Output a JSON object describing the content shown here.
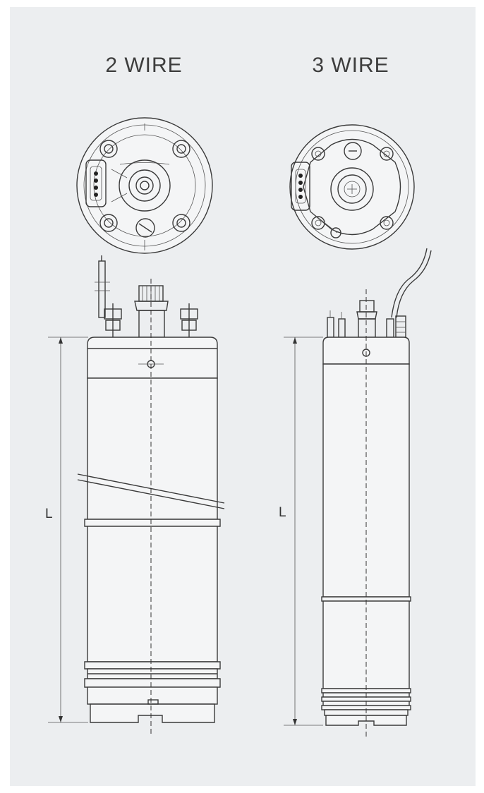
{
  "figure": {
    "left_title": "2 WIRE",
    "right_title": "3 WIRE",
    "left_dimension_label": "L",
    "right_dimension_label": "L"
  }
}
